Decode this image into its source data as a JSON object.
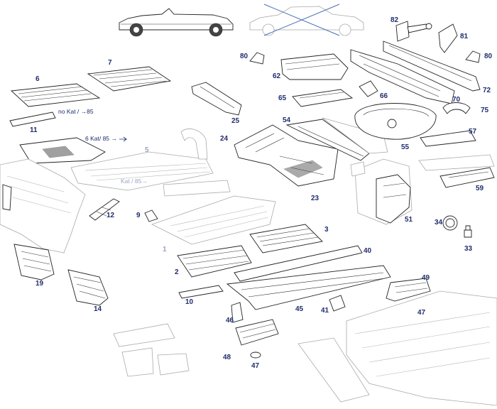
{
  "parts": [
    {
      "id": "p1",
      "label": "1"
    },
    {
      "id": "p2",
      "label": "2"
    },
    {
      "id": "p3",
      "label": "3"
    },
    {
      "id": "p5",
      "label": "5"
    },
    {
      "id": "p6",
      "label": "6"
    },
    {
      "id": "p7",
      "label": "7"
    },
    {
      "id": "p9",
      "label": "9"
    },
    {
      "id": "p10",
      "label": "10"
    },
    {
      "id": "p11",
      "label": "11"
    },
    {
      "id": "p12",
      "label": "12"
    },
    {
      "id": "p14",
      "label": "14"
    },
    {
      "id": "p19",
      "label": "19"
    },
    {
      "id": "p23",
      "label": "23"
    },
    {
      "id": "p24",
      "label": "24"
    },
    {
      "id": "p25",
      "label": "25"
    },
    {
      "id": "p33",
      "label": "33"
    },
    {
      "id": "p34",
      "label": "34"
    },
    {
      "id": "p40",
      "label": "40"
    },
    {
      "id": "p41",
      "label": "41"
    },
    {
      "id": "p45",
      "label": "45"
    },
    {
      "id": "p46",
      "label": "46"
    },
    {
      "id": "p47a",
      "label": "47"
    },
    {
      "id": "p47b",
      "label": "47"
    },
    {
      "id": "p48",
      "label": "48"
    },
    {
      "id": "p49",
      "label": "49"
    },
    {
      "id": "p51",
      "label": "51"
    },
    {
      "id": "p54",
      "label": "54"
    },
    {
      "id": "p55",
      "label": "55"
    },
    {
      "id": "p57",
      "label": "57"
    },
    {
      "id": "p59",
      "label": "59"
    },
    {
      "id": "p62",
      "label": "62"
    },
    {
      "id": "p65",
      "label": "65"
    },
    {
      "id": "p66",
      "label": "66"
    },
    {
      "id": "p70",
      "label": "70"
    },
    {
      "id": "p72",
      "label": "72"
    },
    {
      "id": "p75",
      "label": "75"
    },
    {
      "id": "p80a",
      "label": "80"
    },
    {
      "id": "p80b",
      "label": "80"
    },
    {
      "id": "p81",
      "label": "81"
    },
    {
      "id": "p82",
      "label": "82"
    }
  ],
  "notes": {
    "no_kat_85": "no Kat / →85",
    "six_kat_85": "6 Kat/ 85 →",
    "kat_85": "Kat / 85→"
  },
  "colors": {
    "label": "#1f2d6e",
    "label_faded": "#9aa4c4",
    "line": "#222222",
    "line_faded": "#a9a9a9",
    "cross": "#4a6fb5"
  }
}
